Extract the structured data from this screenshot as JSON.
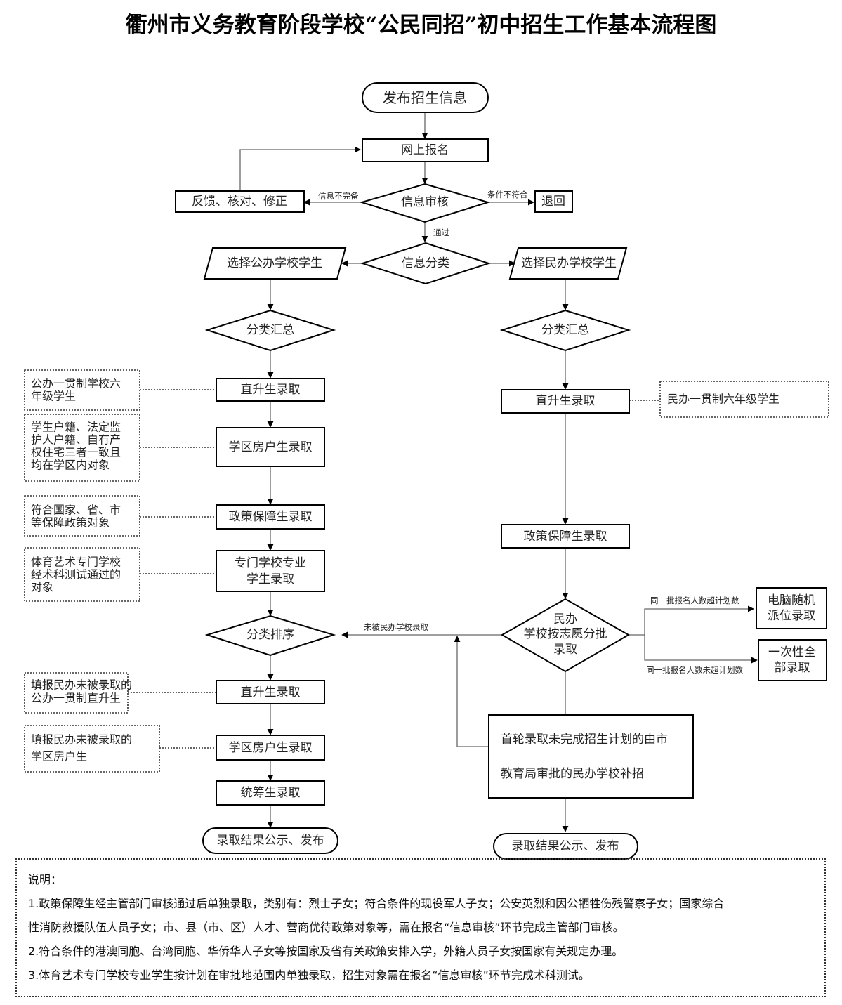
{
  "title": "衢州市义务教育阶段学校“公民同招”初中招生工作基本流程图",
  "nodes": {
    "start": "发布招生信息",
    "online_signup": "网上报名",
    "info_review": "信息审核",
    "feedback": "反馈、核对、修正",
    "return": "退回",
    "info_classify": "信息分类",
    "choose_public": "选择公办学校学生",
    "choose_private": "选择民办学校学生",
    "public_summary": "分类汇总",
    "private_summary": "分类汇总",
    "public_direct": "直升生录取",
    "public_district": "学区房户生录取",
    "public_policy": "政策保障生录取",
    "public_special": [
      "专门学校专业",
      "学生录取"
    ],
    "public_sort": "分类排序",
    "public_direct2": "直升生录取",
    "public_district2": "学区房户生录取",
    "public_overall": "统筹生录取",
    "public_end": "录取结果公示、发布",
    "private_direct": "直升生录取",
    "private_policy": "政策保障生录取",
    "private_batch": [
      "民办",
      "学校按志愿分批",
      "录取"
    ],
    "lottery": [
      "电脑随机",
      "派位录取"
    ],
    "all_admit": [
      "一次性全",
      "部录取"
    ],
    "supplement": [
      "首轮录取未完成招生计划的由市",
      "教育局审批的民办学校补招"
    ],
    "private_end": "录取结果公示、发布"
  },
  "edge_labels": {
    "incomplete": "信息不完备",
    "not_qualified": "条件不符合",
    "passed": "通过",
    "not_admitted_private": "未被民办学校录取",
    "over_plan": "同一批报名人数超计划数",
    "under_plan": "同一批报名人数未超计划数"
  },
  "annotations": {
    "public_direct": [
      "公办一贯制学校六",
      "年级学生"
    ],
    "public_district": [
      "学生户籍、法定监",
      "护人户籍、自有产",
      "权住宅三者一致且",
      "均在学区内对象"
    ],
    "public_policy": [
      "符合国家、省、市",
      "等保障政策对象"
    ],
    "public_special": [
      "体育艺术专门学校",
      "经术科测试通过的",
      "对象"
    ],
    "public_direct2": [
      "填报民办未被录取的",
      "公办一贯制直升生"
    ],
    "public_district2": [
      "填报民办未被录取的",
      "学区房户生"
    ],
    "private_direct": [
      "民办一贯制六年级学生"
    ]
  },
  "notes": {
    "heading": "说明：",
    "items": [
      "1.政策保障生经主管部门审核通过后单独录取，类别有：烈士子女；符合条件的现役军人子女；公安英烈和因公牺牲伤残警察子女；国家综合",
      "性消防救援队伍人员子女；市、县（市、区）人才、营商优待政策对象等，需在报名“信息审核”环节完成主管部门审核。",
      "2.符合条件的港澳同胞、台湾同胞、华侨华人子女等按国家及省有关政策安排入学，外籍人员子女按国家有关规定办理。",
      "3.体育艺术专门学校专业学生按计划在审批地范围内单独录取，招生对象需在报名“信息审核”环节完成术科测试。"
    ]
  }
}
